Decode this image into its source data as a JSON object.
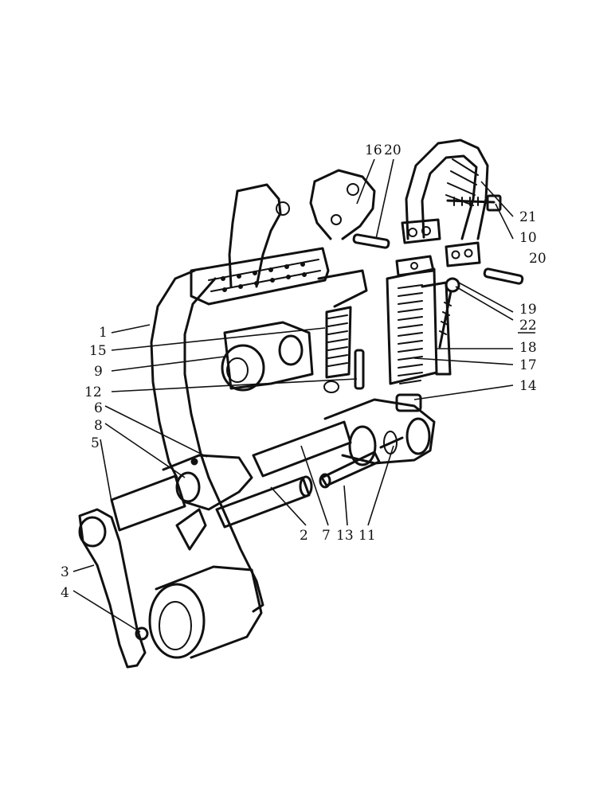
{
  "diagram": {
    "labels": {
      "l1": "1",
      "l2": "2",
      "l3": "3",
      "l4": "4",
      "l5": "5",
      "l6": "6",
      "l7": "7",
      "l8": "8",
      "l9": "9",
      "l10": "10",
      "l11": "11",
      "l12": "12",
      "l13": "13",
      "l14": "14",
      "l15": "15",
      "l16": "16",
      "l17": "17",
      "l18": "18",
      "l19": "19",
      "l20a": "20",
      "l20b": "20",
      "l21": "21",
      "l22": "22"
    }
  }
}
